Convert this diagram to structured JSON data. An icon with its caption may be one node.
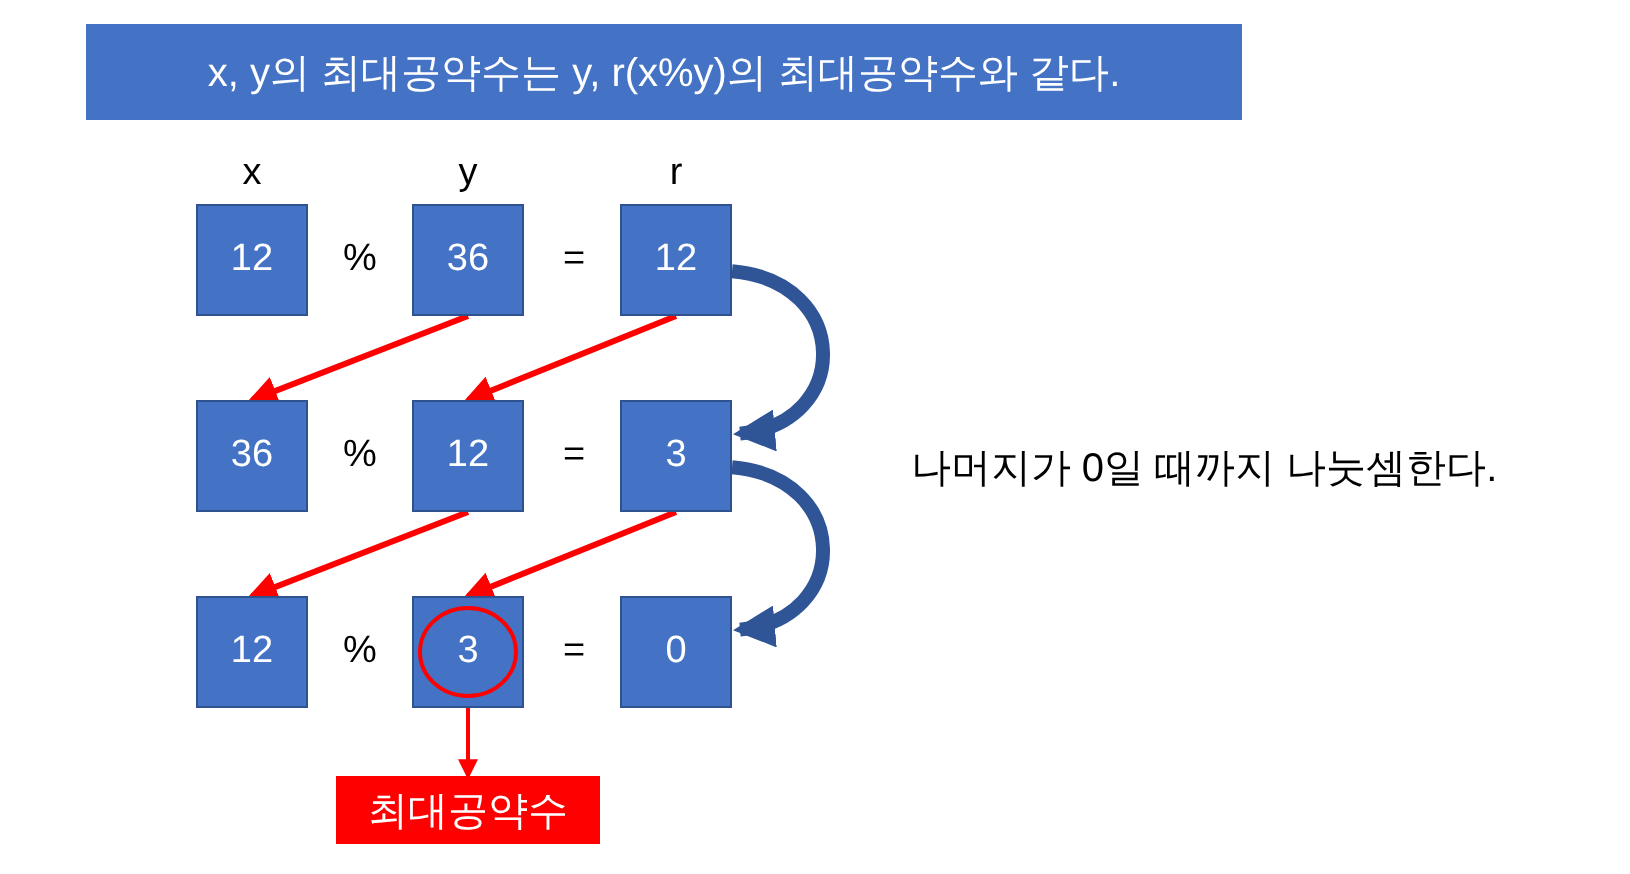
{
  "diagram": {
    "title": "x, y의 최대공약수는 y, r(x%y)의 최대공약수와 같다.",
    "nodes": [
      {
        "text": [
          "12"
        ]
      },
      {
        "text": [
          "36"
        ]
      },
      {
        "text": [
          "12"
        ]
      },
      {
        "text": [
          "36"
        ]
      },
      {
        "text": [
          "12"
        ]
      },
      {
        "text": [
          "3"
        ]
      },
      {
        "text": [
          "12"
        ]
      },
      {
        "text": [
          "3"
        ]
      },
      {
        "text": [
          "0"
        ]
      },
      {
        "text": [
          "최대공약수"
        ]
      }
    ],
    "edges": [
      {
        "from": 1,
        "to": 3,
        "arrow": "to"
      },
      {
        "from": 2,
        "to": 4,
        "arrow": "to"
      },
      {
        "from": 2,
        "to": 5,
        "arrow": "to",
        "style": "thick",
        "color": "#2f5597"
      },
      {
        "from": 4,
        "to": 6,
        "arrow": "to"
      },
      {
        "from": 5,
        "to": 7,
        "arrow": "to"
      },
      {
        "from": 5,
        "to": 8,
        "arrow": "to",
        "style": "thick",
        "color": "#2f5597"
      },
      {
        "from": 7,
        "to": 9,
        "arrow": "to"
      }
    ],
    "labels": [
      "x",
      "y",
      "r",
      "%",
      "=",
      "%",
      "=",
      "나머지가 0일 때까지 나눗셈한다.",
      "%",
      "="
    ]
  }
}
